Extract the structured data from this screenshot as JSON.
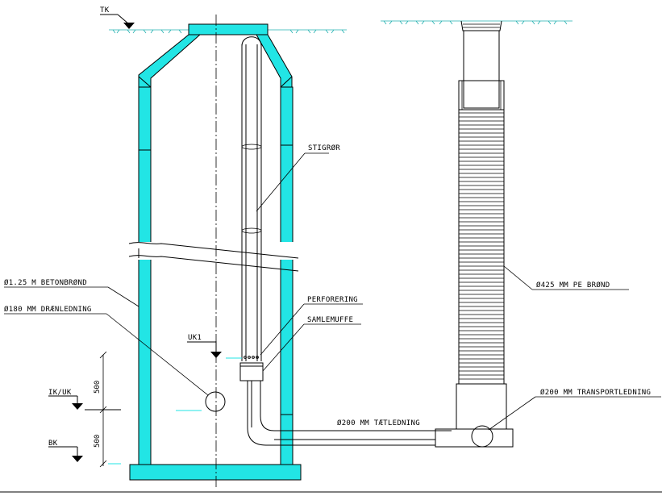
{
  "labels": {
    "tk": "TK",
    "stigror": "STIGRØR",
    "betonbrond": "Ø1.25 M BETONBRØND",
    "draenledning": "Ø180 MM DRÆNLEDNING",
    "perforering": "PERFORERING",
    "samlemuffe": "SAMLEMUFFE",
    "uk1": "UK1",
    "ik_uk": "IK/UK",
    "bk": "BK",
    "taetledning": "Ø200 MM TÆTLEDNING",
    "pe_brond": "Ø425 MM PE BRØND",
    "transportledning": "Ø200 MM TRANSPORTLEDNING"
  },
  "dimensions": {
    "upper": "500",
    "lower": "500"
  },
  "colors": {
    "concrete": "#22e5e5",
    "line": "#000000",
    "ground": "#22b0b0"
  }
}
